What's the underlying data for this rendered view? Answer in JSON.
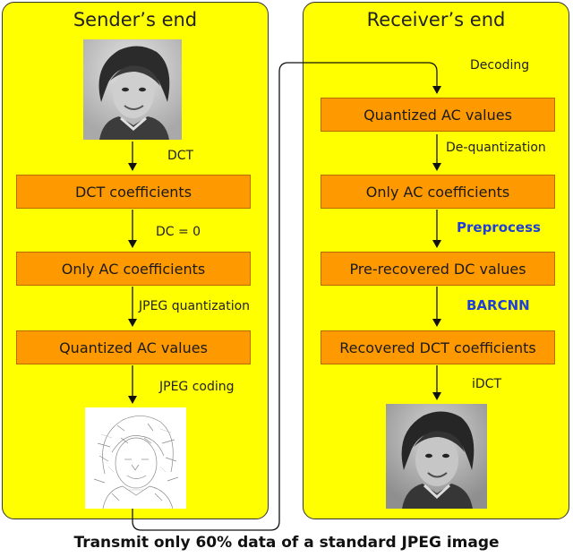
{
  "sender": {
    "title": "Sender’s end",
    "boxes": [
      "DCT coefficients",
      "Only AC coefficients",
      "Quantized AC values"
    ],
    "labels": [
      "DCT",
      "DC = 0",
      "JPEG quantization",
      "JPEG coding"
    ]
  },
  "receiver": {
    "title": "Receiver’s end",
    "boxes": [
      "Quantized AC values",
      "Only AC coefficients",
      "Pre-recovered DC values",
      "Recovered DCT coefficients"
    ],
    "labels": [
      "Decoding",
      "De-quantization",
      "Preprocess",
      "BARCNN",
      "iDCT"
    ]
  },
  "footer": "Transmit only 60% data of a standard JPEG image",
  "colors": {
    "panel": "#ffff00",
    "box": "#ff9900",
    "accent_label": "#1f3fd6"
  }
}
